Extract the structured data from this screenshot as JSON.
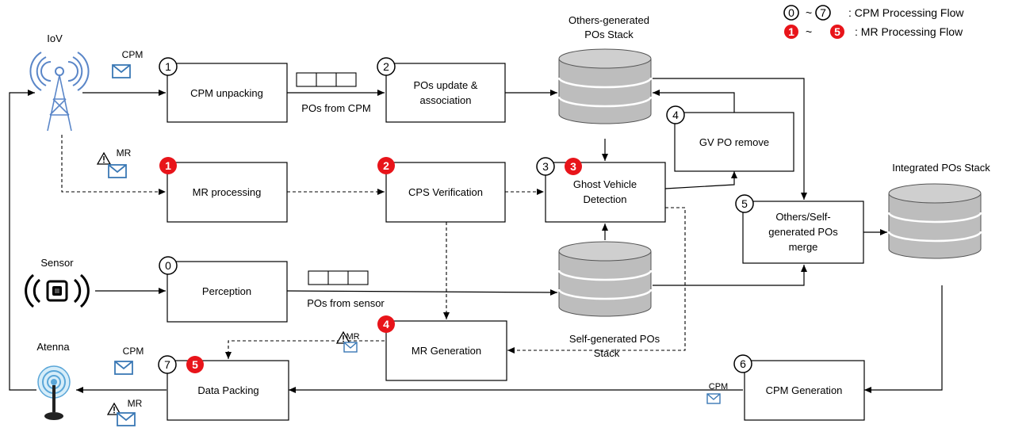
{
  "legend": {
    "cpm_range_start": "0",
    "cpm_range_end": "7",
    "cpm_label": ": CPM Processing Flow",
    "mr_range_start": "1",
    "mr_range_end": "5",
    "mr_label": ": MR Processing Flow",
    "tilde": "~"
  },
  "nodes": {
    "iov_label": "IoV",
    "sensor_label": "Sensor",
    "antenna_label": "Atenna",
    "others_stack_line1": "Others-generated",
    "others_stack_line2": "POs Stack",
    "self_stack_line1": "Self-generated POs",
    "self_stack_line2": "Stack",
    "integrated_stack": "Integrated POs Stack"
  },
  "boxes": {
    "cpm_unpacking": "CPM unpacking",
    "pos_update_line1": "POs update &",
    "pos_update_line2": "association",
    "gv_remove": "GV PO remove",
    "mr_processing": "MR processing",
    "cps_verification": "CPS Verification",
    "ghost_line1": "Ghost Vehicle",
    "ghost_line2": "Detection",
    "merge_line1": "Others/Self-",
    "merge_line2": "generated POs",
    "merge_line3": "merge",
    "perception": "Perception",
    "mr_generation": "MR Generation",
    "data_packing": "Data Packing",
    "cpm_generation": "CPM Generation"
  },
  "edge_labels": {
    "pos_from_cpm": "POs from CPM",
    "pos_from_sensor": "POs from sensor",
    "cpm": "CPM",
    "mr": "MR"
  },
  "badges": {
    "cpm_0": "0",
    "cpm_1": "1",
    "cpm_2": "2",
    "cpm_3": "3",
    "cpm_4": "4",
    "cpm_5": "5",
    "cpm_6": "6",
    "cpm_7": "7",
    "mr_1": "1",
    "mr_2": "2",
    "mr_3": "3",
    "mr_4": "4",
    "mr_5": "5"
  },
  "colors": {
    "mr_badge": "#e8141a",
    "cylinder": "#bdbdbd",
    "envelope": "#3a78b5",
    "antenna": "#5aa6d8"
  }
}
